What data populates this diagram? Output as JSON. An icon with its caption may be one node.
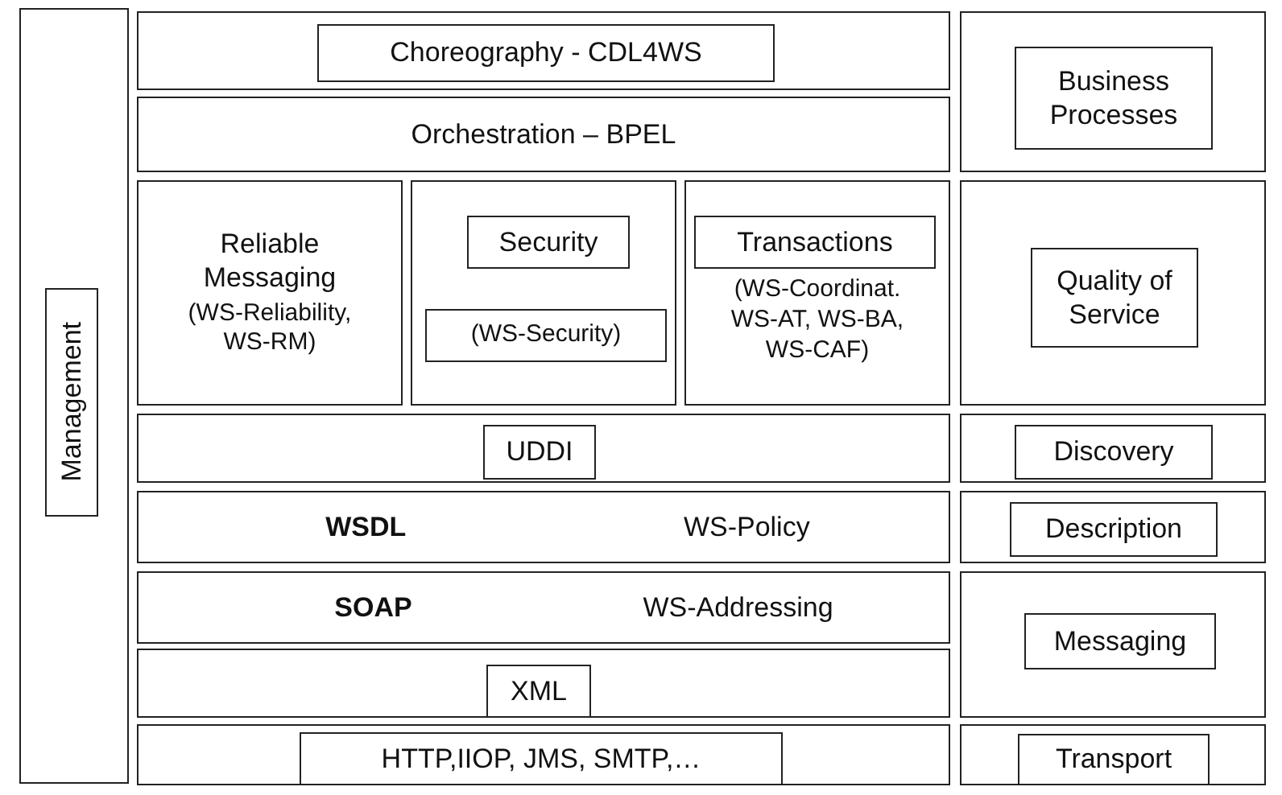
{
  "diagram": {
    "nodes": [
      {
        "text": [],
        "shape": "box"
      },
      {
        "text": [
          "Management"
        ],
        "in": 0
      },
      {
        "text": [],
        "shape": "box"
      },
      {
        "text": [
          "Choreography - CDL4WS"
        ],
        "in": 2
      },
      {
        "text": [],
        "shape": "box"
      },
      {
        "text": [
          "Business Processes"
        ],
        "in": 4
      },
      {
        "text": [
          "Orchestration – BPEL"
        ]
      },
      {
        "text": [
          "Reliable Messaging",
          "(WS-Reliability, WS-RM)"
        ]
      },
      {
        "text": [],
        "shape": "box"
      },
      {
        "text": [
          "Security"
        ],
        "in": 8
      },
      {
        "text": [
          "(WS-Security)"
        ],
        "in": 8
      },
      {
        "text": [
          "(WS-Coordinat. WS-AT, WS-BA, WS-CAF)"
        ]
      },
      {
        "text": [
          "Transactions"
        ],
        "in": 11
      },
      {
        "text": [],
        "shape": "box"
      },
      {
        "text": [
          "Quality of Service"
        ],
        "in": 13
      },
      {
        "text": [],
        "shape": "box"
      },
      {
        "text": [
          "UDDI"
        ],
        "in": 15
      },
      {
        "text": [],
        "shape": "box"
      },
      {
        "text": [
          "Discovery"
        ],
        "in": 17
      },
      {
        "text": [
          "WSDL",
          "WS-Policy"
        ]
      },
      {
        "text": [],
        "shape": "box"
      },
      {
        "text": [
          "Description"
        ],
        "in": 20
      },
      {
        "text": [
          "SOAP",
          "WS-Addressing"
        ]
      },
      {
        "text": [],
        "shape": "box"
      },
      {
        "text": [
          "Messaging"
        ],
        "in": 23
      },
      {
        "text": [],
        "shape": "box"
      },
      {
        "text": [
          "XML"
        ],
        "in": 25
      },
      {
        "text": [],
        "shape": "box"
      },
      {
        "text": [
          "HTTP,IIOP, JMS, SMTP,…"
        ],
        "in": 27
      },
      {
        "text": [],
        "shape": "box"
      },
      {
        "text": [
          "Transport"
        ],
        "in": 29
      }
    ]
  }
}
